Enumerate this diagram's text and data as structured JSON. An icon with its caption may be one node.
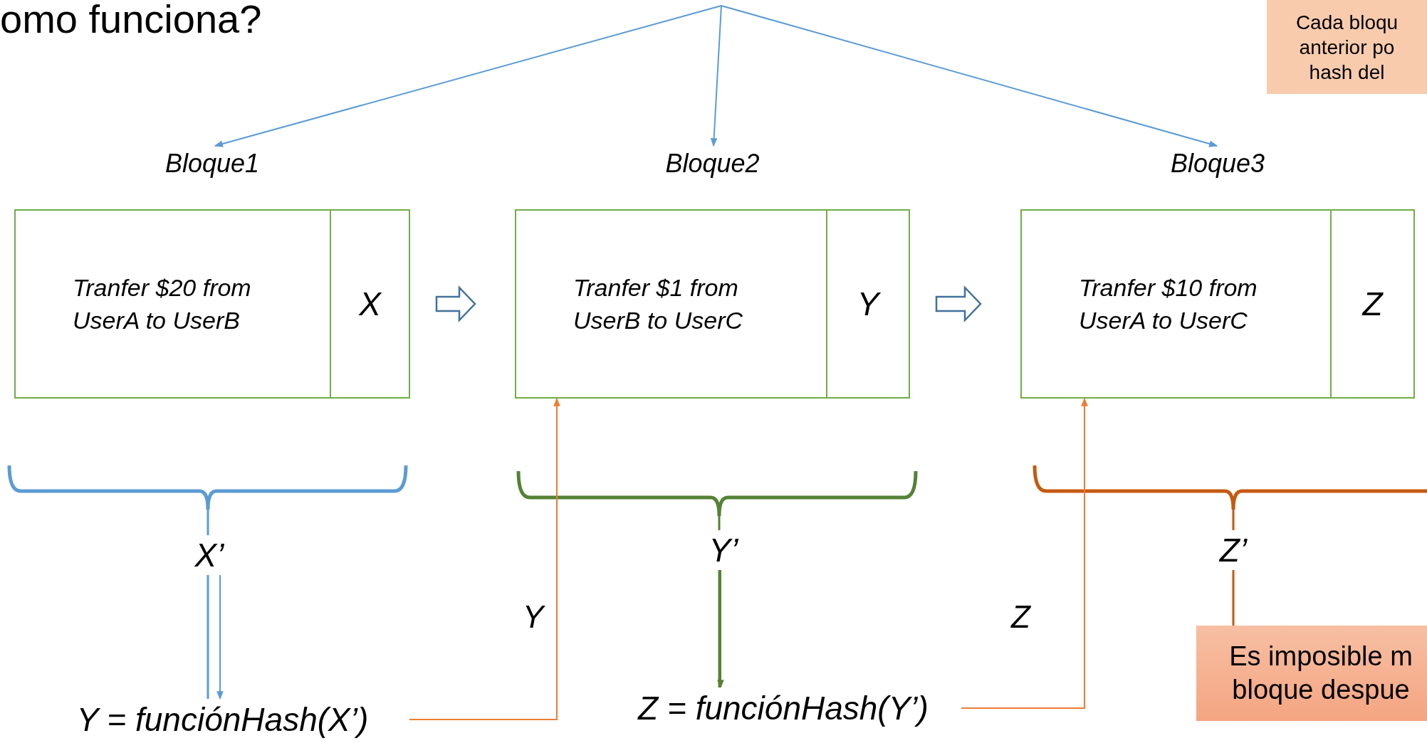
{
  "diagram": {
    "title": "omo funciona?",
    "nodes": [
      {
        "text": [
          "Bloque1",
          "Tranfer $20 from UserA to UserB",
          "X"
        ]
      },
      {
        "text": [
          "Bloque2",
          "Tranfer $1 from UserB to UserC",
          "Y"
        ]
      },
      {
        "text": [
          "Bloque3",
          "Tranfer $10 from UserA to UserC",
          "Z"
        ]
      },
      {
        "text": [
          "X’"
        ]
      },
      {
        "text": [
          "Y’"
        ]
      },
      {
        "text": [
          "Z’"
        ]
      },
      {
        "text": [
          "Y = funciónHash(X’)"
        ]
      },
      {
        "text": [
          "Z = funciónHash(Y’)"
        ]
      },
      {
        "text": [
          "Cada bloqu anterior po hash del"
        ]
      },
      {
        "text": [
          "Es imposible m bloque despue"
        ]
      }
    ],
    "edges": [
      {
        "from": null,
        "to": 0,
        "arrow": "to",
        "color": "#5b9bd5"
      },
      {
        "from": null,
        "to": 1,
        "arrow": "to",
        "color": "#5b9bd5"
      },
      {
        "from": null,
        "to": 2,
        "arrow": "to",
        "color": "#5b9bd5"
      },
      {
        "from": 0,
        "to": 1,
        "arrow": "to",
        "style": "thick",
        "color": "#41719c"
      },
      {
        "from": 1,
        "to": 2,
        "arrow": "to",
        "style": "thick",
        "color": "#41719c"
      },
      {
        "from": 3,
        "to": 6,
        "arrow": "to",
        "color": "#5b9bd5"
      },
      {
        "from": 4,
        "to": 7,
        "arrow": "to",
        "color": "#548235"
      },
      {
        "from": 6,
        "to": 1,
        "arrow": "to",
        "label": "Y",
        "color": "#ed7d31"
      },
      {
        "from": 7,
        "to": 2,
        "arrow": "to",
        "label": "Z",
        "color": "#ed7d31"
      }
    ]
  }
}
